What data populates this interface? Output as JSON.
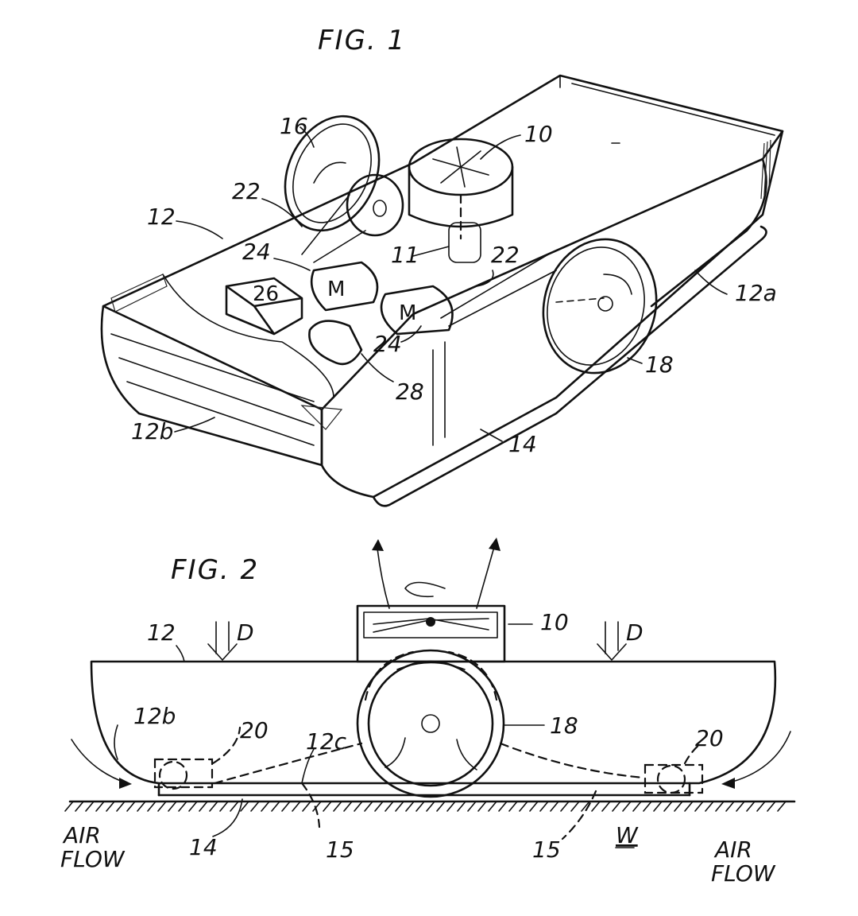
{
  "figures": {
    "fig1": {
      "title": "FIG. 1"
    },
    "fig2": {
      "title": "FIG. 2"
    }
  },
  "fig1_labels": {
    "l10": "10",
    "l11": "11",
    "l12": "12",
    "l12a": "12a",
    "l12b": "12b",
    "l14": "14",
    "l16": "16",
    "l18": "18",
    "l22a": "22",
    "l22b": "22",
    "l24a": "24",
    "l24b": "24",
    "l26": "26",
    "l28": "28",
    "m1": "M",
    "m2": "M"
  },
  "fig2_labels": {
    "l10": "10",
    "l12": "12",
    "l12b": "12b",
    "l12c": "12c",
    "l14": "14",
    "l15a": "15",
    "l15b": "15",
    "l18": "18",
    "l20a": "20",
    "l20b": "20",
    "d1": "D",
    "d2": "D",
    "w": "W",
    "air_left_1": "AIR",
    "air_left_2": "FLOW",
    "air_right_1": "AIR",
    "air_right_2": "FLOW"
  }
}
